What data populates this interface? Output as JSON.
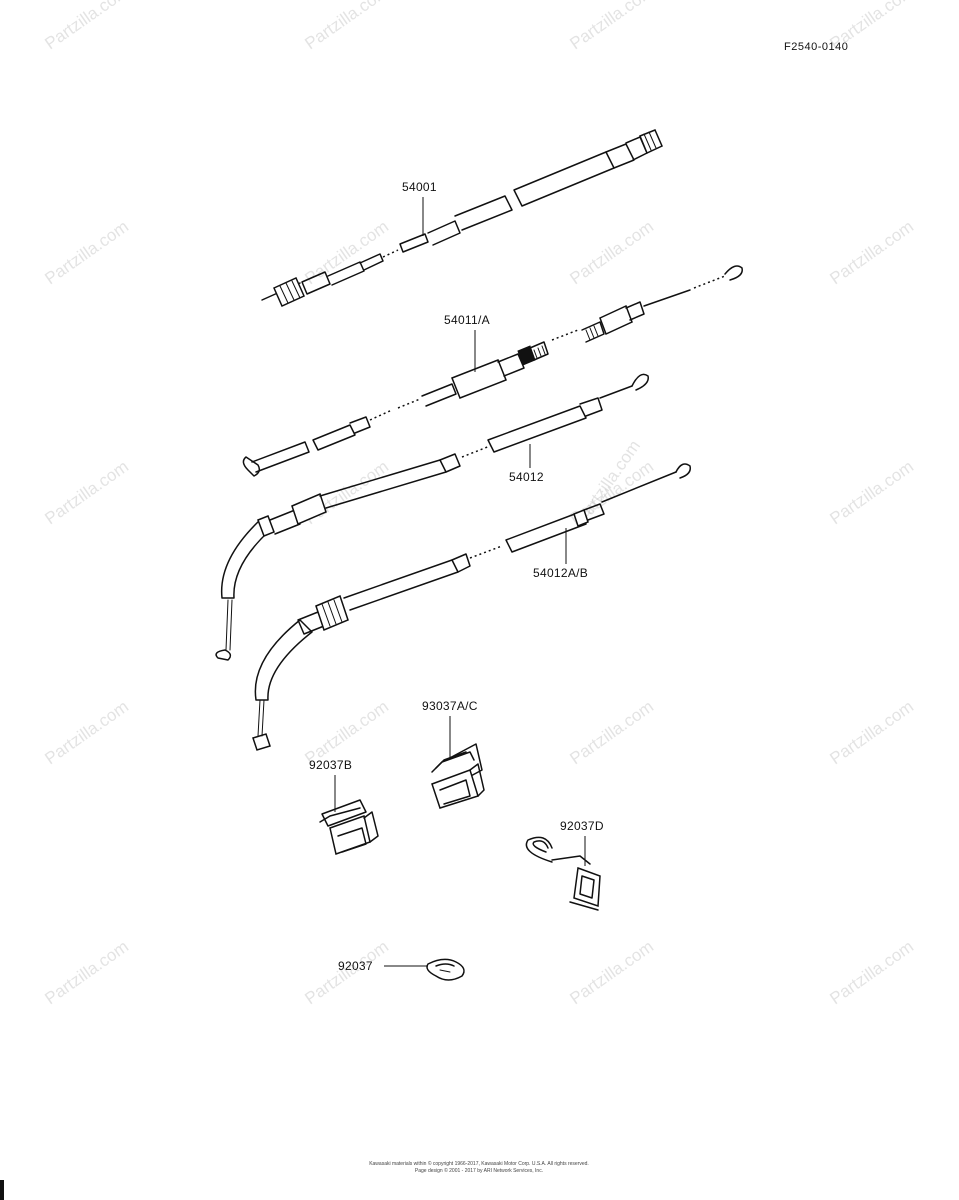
{
  "figure_code": "F2540-0140",
  "watermark": "Partzilla.com",
  "parts": [
    {
      "id": "54001"
    },
    {
      "id": "54011/A"
    },
    {
      "id": "54012"
    },
    {
      "id": "54012A/B"
    },
    {
      "id": "93037A/C"
    },
    {
      "id": "92037B"
    },
    {
      "id": "92037D"
    },
    {
      "id": "92037"
    }
  ],
  "footer": {
    "line1": "Kawasaki materials within © copyright 1966-2017, Kawasaki Motor Corp. U.S.A. All rights reserved.",
    "line2": "Page design © 2001 - 2017 by ARI Network Services, Inc."
  }
}
